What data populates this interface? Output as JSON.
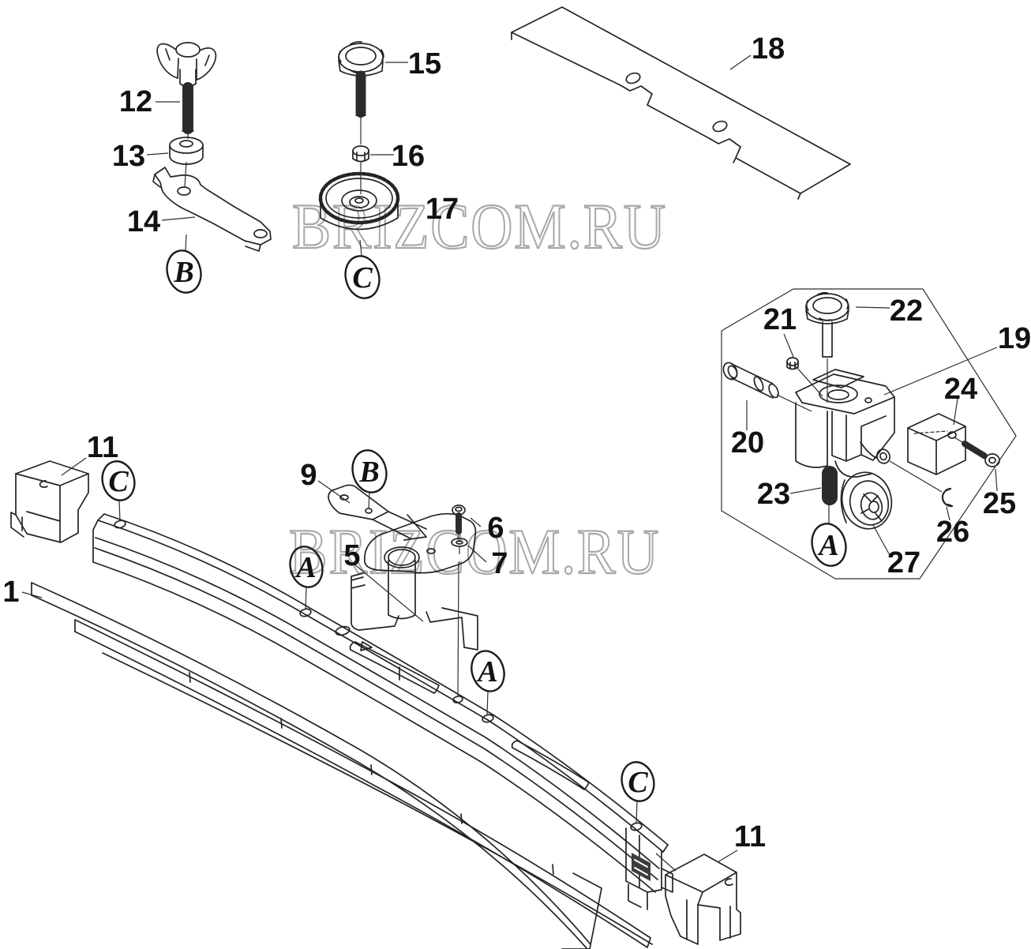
{
  "watermark": {
    "text": "BRIZCOM.RU",
    "stroke_color": "#a8a8a8"
  },
  "colors": {
    "background": "#ffffff",
    "line": "#242424",
    "label_text": "#121212",
    "dark_fill": "#3d3d3d"
  },
  "part_labels": {
    "p1": "1",
    "p5": "5",
    "p6": "6",
    "p7": "7",
    "p9": "9",
    "p11": "11",
    "p12": "12",
    "p13": "13",
    "p14": "14",
    "p15": "15",
    "p16": "16",
    "p17": "17",
    "p18": "18",
    "p19": "19",
    "p20": "20",
    "p21": "21",
    "p22": "22",
    "p23": "23",
    "p24": "24",
    "p25": "25",
    "p26": "26",
    "p27": "27"
  },
  "callouts": {
    "a": "A",
    "b": "B",
    "c": "C"
  }
}
